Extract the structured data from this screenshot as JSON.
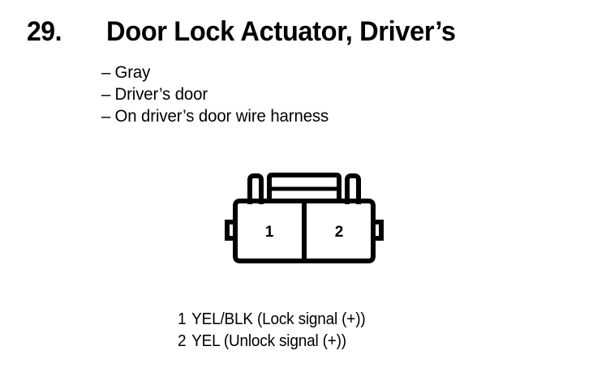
{
  "page": {
    "background_color": "#ffffff",
    "ink_color": "#000000"
  },
  "header": {
    "item_number": "29.",
    "title": "Door Lock Actuator, Driver’s"
  },
  "details": {
    "dash": "–",
    "items": [
      {
        "text": "Gray"
      },
      {
        "text": "Driver’s door"
      },
      {
        "text": "On driver’s door wire harness"
      }
    ]
  },
  "connector": {
    "name": "two-cavity-connector",
    "cavity_count": 2,
    "cavities": [
      {
        "number": "1"
      },
      {
        "number": "2"
      }
    ],
    "features": {
      "left_latch_post": "post",
      "right_latch_post": "post",
      "top_locking_tab": "bar",
      "left_side_notch": "notch",
      "right_side_notch": "notch"
    }
  },
  "pin_legend": {
    "rows": [
      {
        "pin": "1",
        "wire": "YEL/BLK",
        "function": "(Lock signal (+))",
        "text": "YEL/BLK (Lock signal (+))"
      },
      {
        "pin": "2",
        "wire": "YEL",
        "function": "(Unlock signal (+))",
        "text": "YEL (Unlock signal (+))"
      }
    ]
  }
}
